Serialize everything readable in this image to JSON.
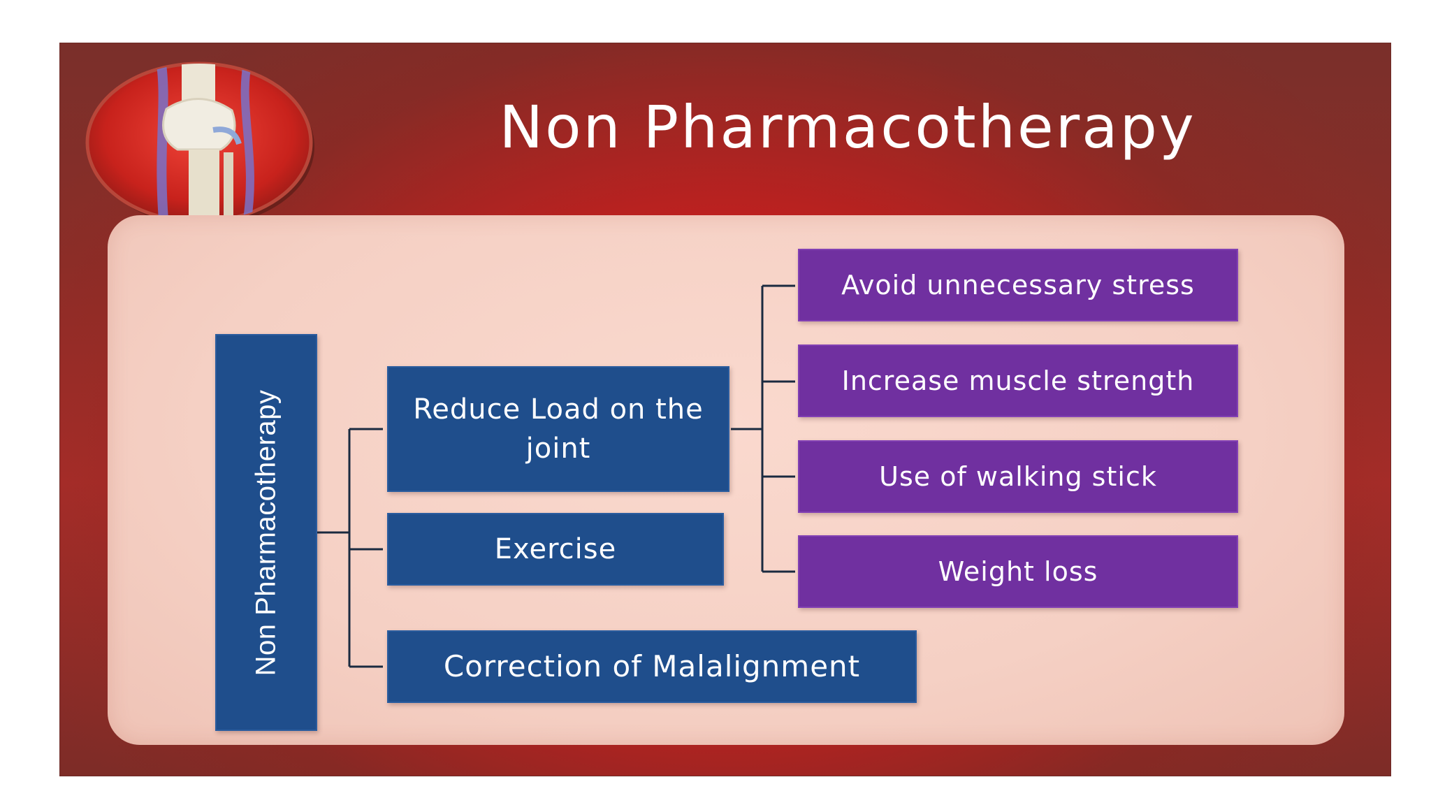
{
  "slide": {
    "title": "Non Pharmacotherapy"
  },
  "diagram": {
    "root": "Non Pharmacotherapy",
    "branches": [
      "Reduce Load on the joint",
      "Exercise",
      "Correction of Malalignment"
    ],
    "sub_branches": [
      "Avoid unnecessary stress",
      "Increase muscle strength",
      "Use of walking stick",
      "Weight loss"
    ]
  },
  "colors": {
    "root_box": "#1f4e8c",
    "branch_box": "#1f4e8c",
    "sub_box": "#7030a0",
    "slide_bg": "#8b2e28",
    "panel_bg": "#f5d0c4"
  },
  "icons": {
    "logo": "knee-joint-illustration"
  }
}
